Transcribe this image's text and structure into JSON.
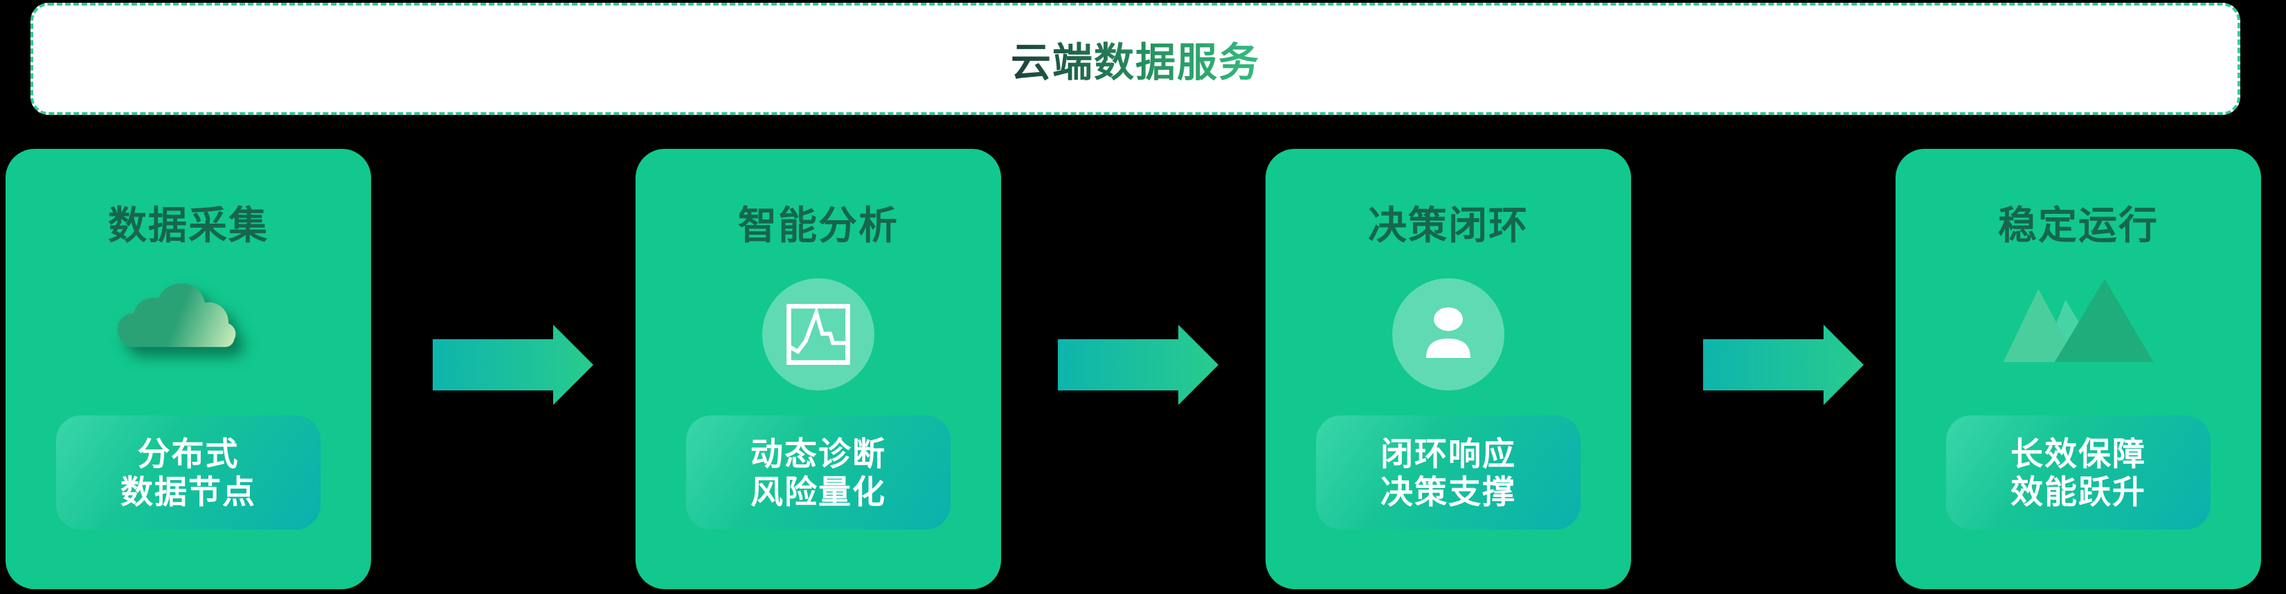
{
  "banner": {
    "title": "云端数据服务"
  },
  "cards": [
    {
      "title": "数据采集",
      "icon": "cloud-icon",
      "pill_lines": [
        "分布式",
        "数据节点"
      ]
    },
    {
      "title": "智能分析",
      "icon": "pulse-chart-icon",
      "pill_lines": [
        "动态诊断",
        "风险量化"
      ]
    },
    {
      "title": "决策闭环",
      "icon": "person-icon",
      "pill_lines": [
        "闭环响应",
        "决策支撑"
      ]
    },
    {
      "title": "稳定运行",
      "icon": "mountains-icon",
      "pill_lines": [
        "长效保障",
        "效能跃升"
      ]
    }
  ],
  "arrows": {
    "count": 3,
    "direction": "right"
  },
  "colors": {
    "background": "#000000",
    "banner_background": "#ffffff",
    "banner_border": "#2fc89c",
    "banner_title_gradient_start": "#1b3f3d",
    "banner_title_gradient_end": "#33bb7f",
    "card_background": "#12c88e",
    "card_title_text": "#15664d",
    "pill_gradient_start": "#3ad6a8",
    "pill_gradient_end": "#0ab1ae",
    "pill_text": "#ffffff",
    "arrow_gradient_start": "#0db5ac",
    "arrow_gradient_end": "#29cb8e",
    "icon_circle_background": "rgba(255,255,255,0.33)",
    "cloud_gradient_start": "#2ba275",
    "cloud_gradient_end": "#d8f2c4",
    "mountain_light": "#4bce9d",
    "mountain_dark": "#1ead7b"
  }
}
